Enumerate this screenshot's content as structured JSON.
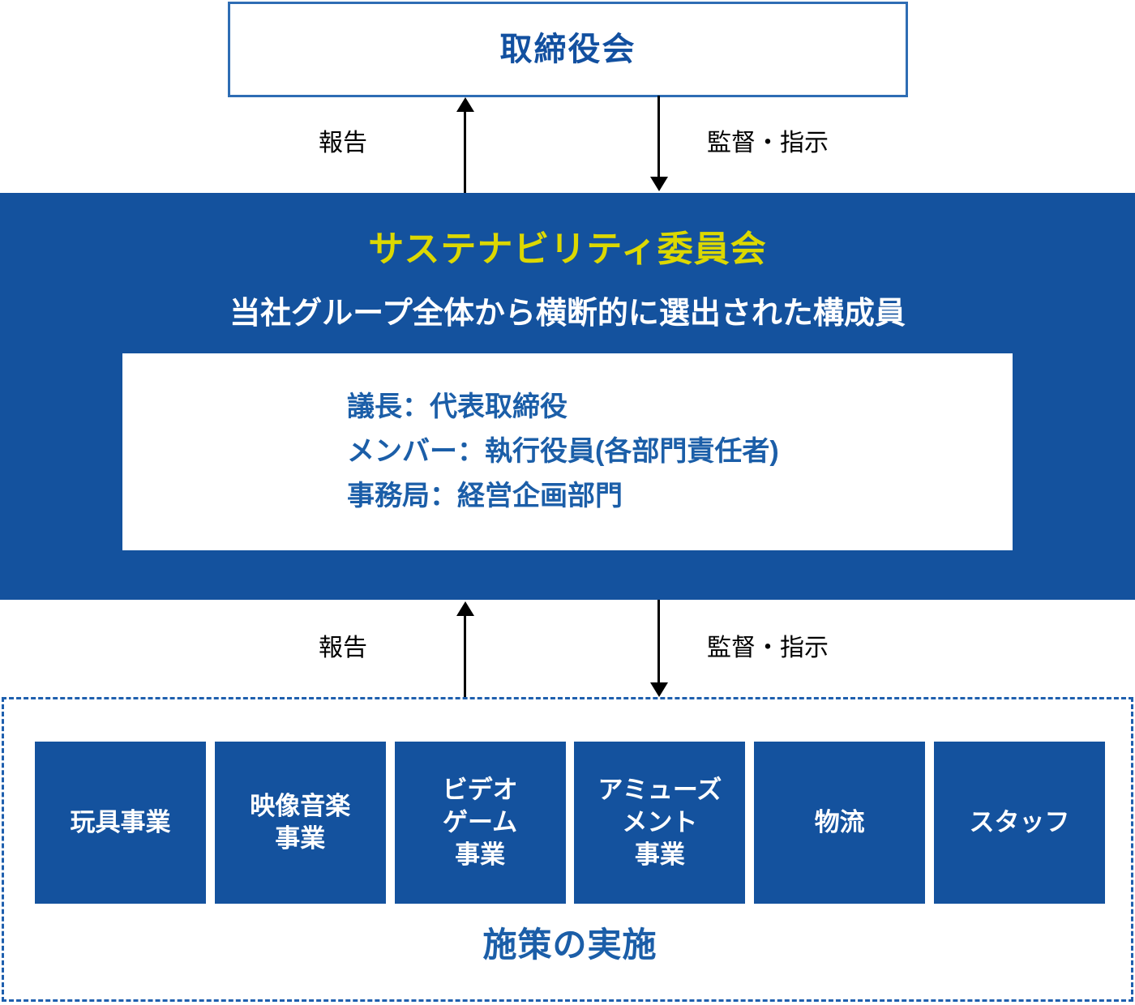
{
  "board": {
    "label": "取締役会"
  },
  "flows_top": {
    "report_label": "報告",
    "supervise_label": "監督・指示"
  },
  "committee": {
    "title": "サステナビリティ委員会",
    "subtitle": "当社グループ全体から横断的に選出された構成員",
    "roles": [
      "議長：代表取締役",
      "メンバー：執行役員(各部門責任者)",
      "事務局：経営企画部門"
    ]
  },
  "flows_bottom": {
    "report_label": "報告",
    "supervise_label": "監督・指示"
  },
  "divisions": {
    "items": [
      {
        "label": "玩具事業"
      },
      {
        "label": "映像音楽\n事業"
      },
      {
        "label": "ビデオ\nゲーム\n事業"
      },
      {
        "label": "アミューズ\nメント\n事業"
      },
      {
        "label": "物流"
      },
      {
        "label": "スタッフ"
      }
    ],
    "caption": "施策の実施"
  },
  "colors": {
    "brand_blue": "#14529E",
    "band_blue": "#14529E",
    "text_blue": "#1B5EA8",
    "accent_yellow": "#DCD800",
    "border_blue": "#2E6DB4",
    "dashed_blue": "#1E5FAE",
    "arrow_black": "#000000",
    "white": "#FFFFFF"
  }
}
